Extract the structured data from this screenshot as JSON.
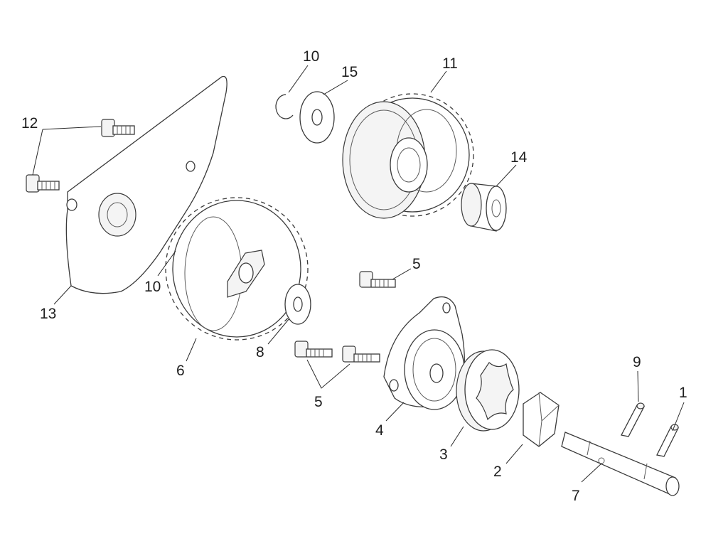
{
  "callouts": {
    "c1": "1",
    "c2": "2",
    "c3": "3",
    "c4": "4",
    "c5a": "5",
    "c5b": "5",
    "c6": "6",
    "c7": "7",
    "c8": "8",
    "c9": "9",
    "c10a": "10",
    "c10b": "10",
    "c11": "11",
    "c12": "12",
    "c13": "13",
    "c14": "14",
    "c15": "15"
  }
}
